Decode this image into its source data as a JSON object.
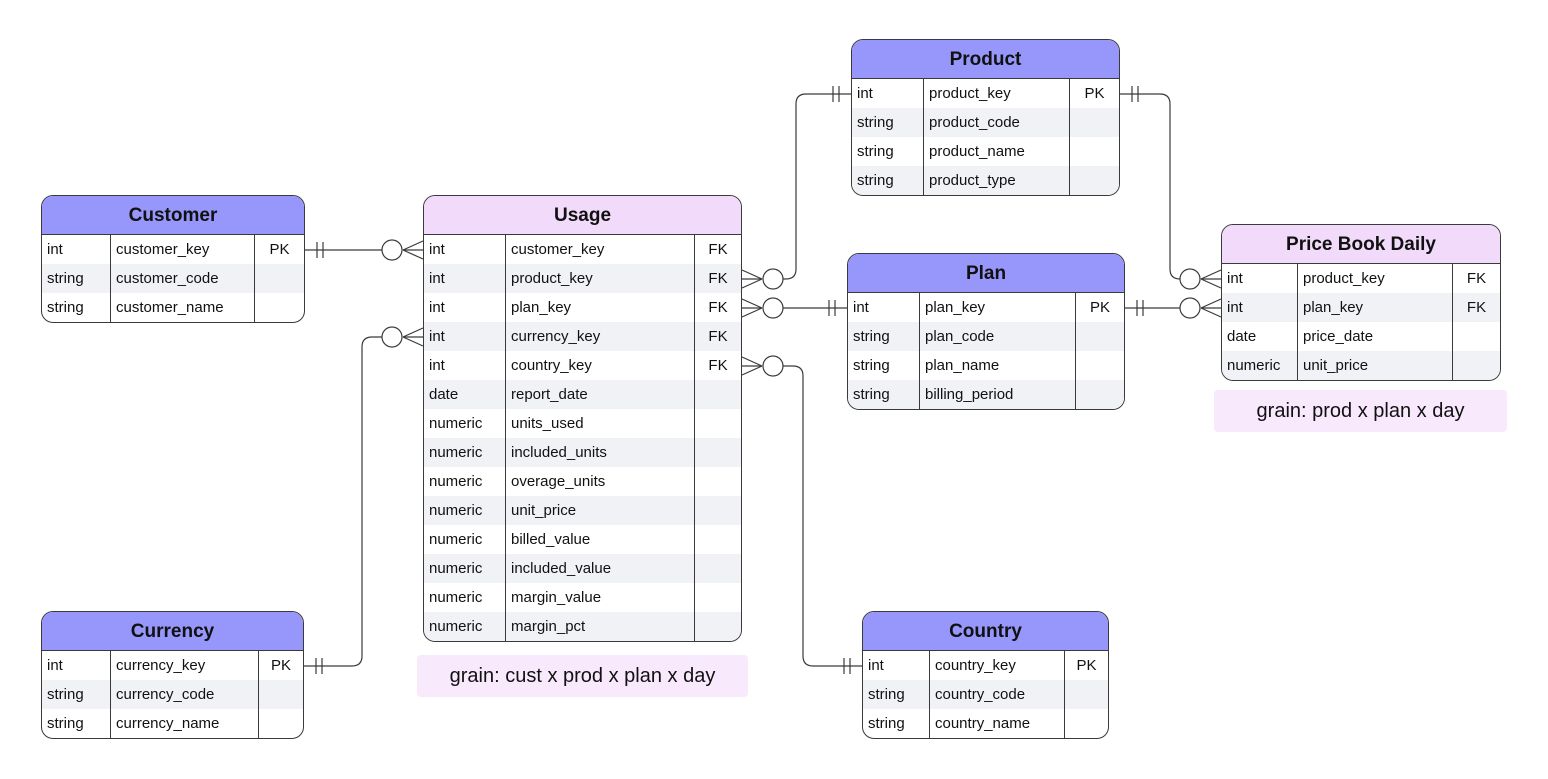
{
  "colors": {
    "dimension_header": "#9796fb",
    "fact_header": "#f2dafb",
    "grain_note_bg": "#f8e9fc",
    "row_alt": "#f1f2f5",
    "border": "#3a3a3a"
  },
  "entities": {
    "customer": {
      "title": "Customer",
      "kind": "dimension",
      "rows": [
        {
          "type": "int",
          "name": "customer_key",
          "key": "PK"
        },
        {
          "type": "string",
          "name": "customer_code",
          "key": ""
        },
        {
          "type": "string",
          "name": "customer_name",
          "key": ""
        }
      ]
    },
    "currency": {
      "title": "Currency",
      "kind": "dimension",
      "rows": [
        {
          "type": "int",
          "name": "currency_key",
          "key": "PK"
        },
        {
          "type": "string",
          "name": "currency_code",
          "key": ""
        },
        {
          "type": "string",
          "name": "currency_name",
          "key": ""
        }
      ]
    },
    "usage": {
      "title": "Usage",
      "kind": "fact",
      "rows": [
        {
          "type": "int",
          "name": "customer_key",
          "key": "FK"
        },
        {
          "type": "int",
          "name": "product_key",
          "key": "FK"
        },
        {
          "type": "int",
          "name": "plan_key",
          "key": "FK"
        },
        {
          "type": "int",
          "name": "currency_key",
          "key": "FK"
        },
        {
          "type": "int",
          "name": "country_key",
          "key": "FK"
        },
        {
          "type": "date",
          "name": "report_date",
          "key": ""
        },
        {
          "type": "numeric",
          "name": "units_used",
          "key": ""
        },
        {
          "type": "numeric",
          "name": "included_units",
          "key": ""
        },
        {
          "type": "numeric",
          "name": "overage_units",
          "key": ""
        },
        {
          "type": "numeric",
          "name": "unit_price",
          "key": ""
        },
        {
          "type": "numeric",
          "name": "billed_value",
          "key": ""
        },
        {
          "type": "numeric",
          "name": "included_value",
          "key": ""
        },
        {
          "type": "numeric",
          "name": "margin_value",
          "key": ""
        },
        {
          "type": "numeric",
          "name": "margin_pct",
          "key": ""
        }
      ]
    },
    "product": {
      "title": "Product",
      "kind": "dimension",
      "rows": [
        {
          "type": "int",
          "name": "product_key",
          "key": "PK"
        },
        {
          "type": "string",
          "name": "product_code",
          "key": ""
        },
        {
          "type": "string",
          "name": "product_name",
          "key": ""
        },
        {
          "type": "string",
          "name": "product_type",
          "key": ""
        }
      ]
    },
    "plan": {
      "title": "Plan",
      "kind": "dimension",
      "rows": [
        {
          "type": "int",
          "name": "plan_key",
          "key": "PK"
        },
        {
          "type": "string",
          "name": "plan_code",
          "key": ""
        },
        {
          "type": "string",
          "name": "plan_name",
          "key": ""
        },
        {
          "type": "string",
          "name": "billing_period",
          "key": ""
        }
      ]
    },
    "country": {
      "title": "Country",
      "kind": "dimension",
      "rows": [
        {
          "type": "int",
          "name": "country_key",
          "key": "PK"
        },
        {
          "type": "string",
          "name": "country_code",
          "key": ""
        },
        {
          "type": "string",
          "name": "country_name",
          "key": ""
        }
      ]
    },
    "price_book_daily": {
      "title": "Price Book Daily",
      "kind": "fact",
      "rows": [
        {
          "type": "int",
          "name": "product_key",
          "key": "FK"
        },
        {
          "type": "int",
          "name": "plan_key",
          "key": "FK"
        },
        {
          "type": "date",
          "name": "price_date",
          "key": ""
        },
        {
          "type": "numeric",
          "name": "unit_price",
          "key": ""
        }
      ]
    }
  },
  "notes": {
    "usage_grain": "grain: cust x prod x plan x day",
    "price_book_grain": "grain: prod x plan x day"
  },
  "relationships": [
    {
      "from": "customer.customer_key",
      "to": "usage.customer_key",
      "cardinality": "one-to-zero-or-many"
    },
    {
      "from": "currency.currency_key",
      "to": "usage.currency_key",
      "cardinality": "one-to-zero-or-many"
    },
    {
      "from": "product.product_key",
      "to": "usage.product_key",
      "cardinality": "one-to-zero-or-many"
    },
    {
      "from": "plan.plan_key",
      "to": "usage.plan_key",
      "cardinality": "one-to-zero-or-many"
    },
    {
      "from": "country.country_key",
      "to": "usage.country_key",
      "cardinality": "one-to-zero-or-many"
    },
    {
      "from": "product.product_key",
      "to": "price_book_daily.product_key",
      "cardinality": "one-to-zero-or-many"
    },
    {
      "from": "plan.plan_key",
      "to": "price_book_daily.plan_key",
      "cardinality": "one-to-zero-or-many"
    }
  ]
}
